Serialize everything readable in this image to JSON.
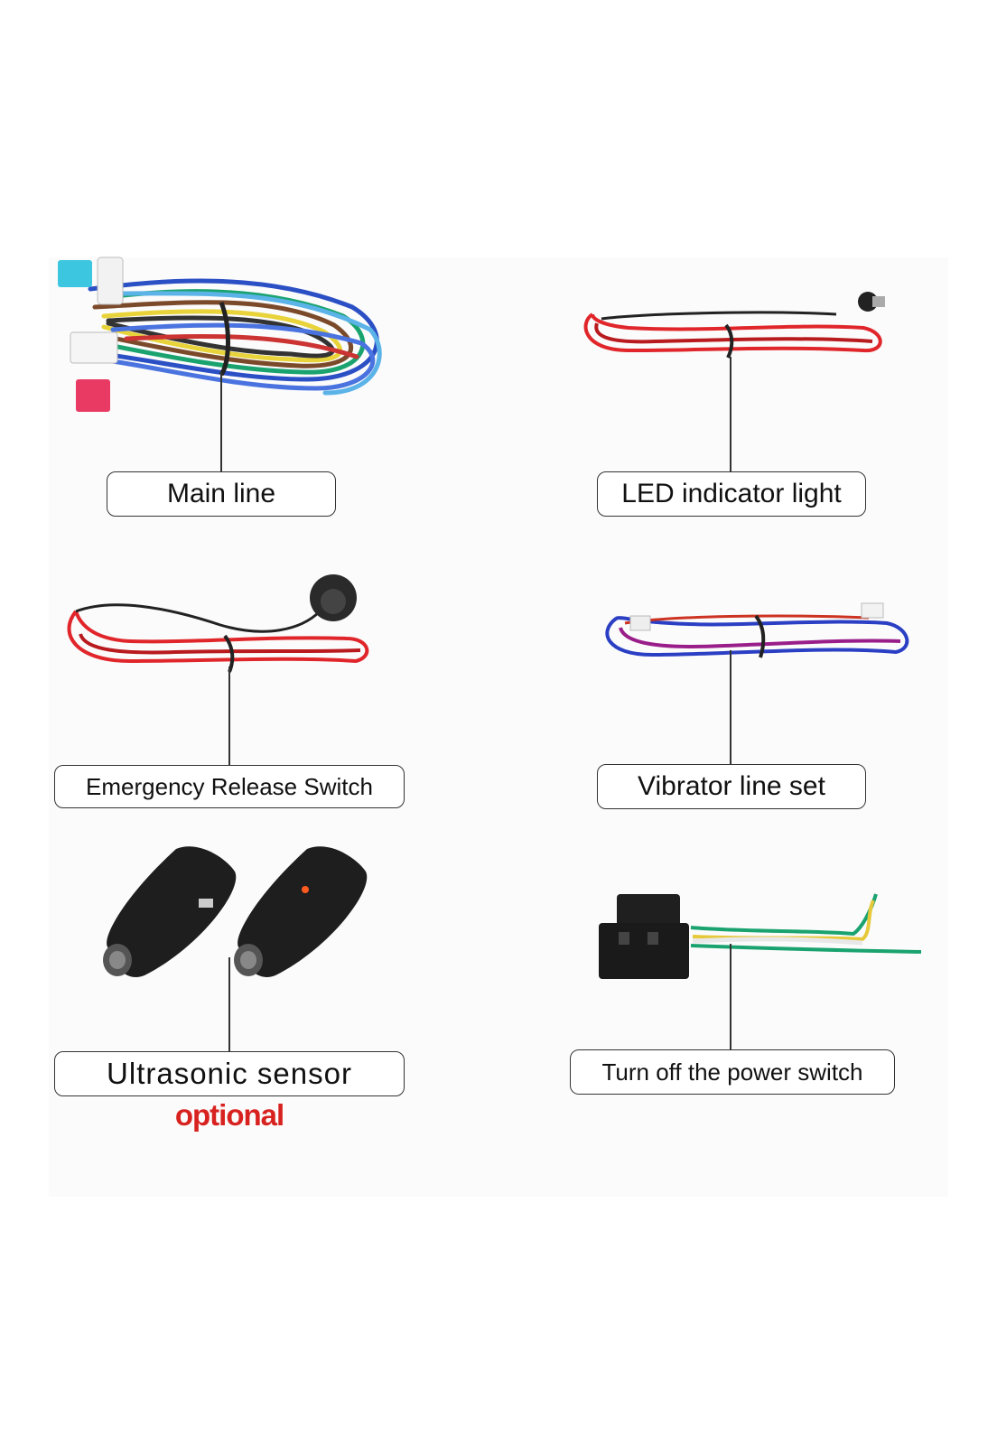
{
  "items": [
    {
      "label": "Main line"
    },
    {
      "label": "LED indicator light"
    },
    {
      "label": "Emergency Release Switch"
    },
    {
      "label": "Vibrator line set"
    },
    {
      "label": "Ultrasonic sensor",
      "note": "optional"
    },
    {
      "label": "Turn off the power switch"
    }
  ],
  "colors": {
    "note": "#d8221f",
    "wire_red": "#e0262a",
    "wire_blue": "#2b4fc4",
    "wire_green": "#1aa36f"
  },
  "icons": [
    "wire-harness-icon",
    "led-indicator-icon",
    "release-switch-icon",
    "vibrator-lineset-icon",
    "ultrasonic-sensor-icon",
    "relay-socket-icon"
  ]
}
